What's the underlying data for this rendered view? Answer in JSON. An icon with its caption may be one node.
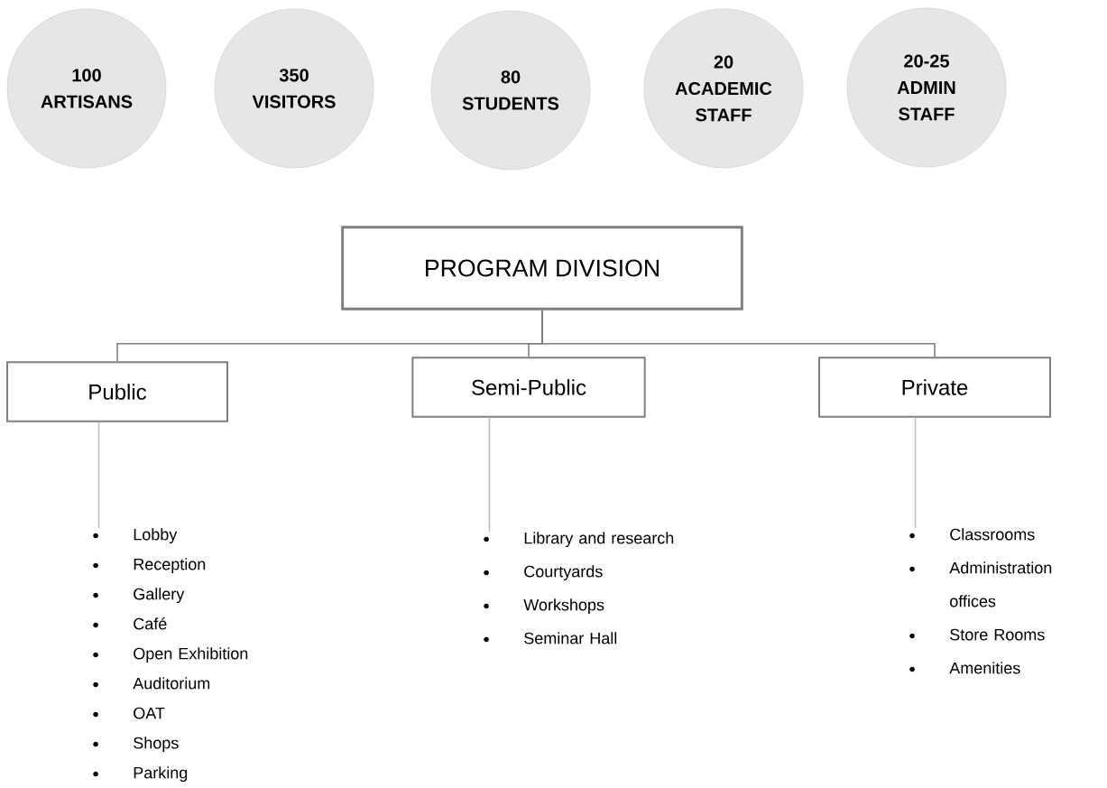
{
  "diagram": {
    "nodes": [
      {
        "text": [
          "100 ARTISANS"
        ]
      },
      {
        "text": [
          "350 VISITORS"
        ]
      },
      {
        "text": [
          "80 STUDENTS"
        ]
      },
      {
        "text": [
          "20 ACADEMIC STAFF"
        ]
      },
      {
        "text": [
          "20-25 ADMIN STAFF"
        ]
      },
      {
        "text": [
          "PROGRAM DIVISION"
        ]
      },
      {
        "text": [
          "Public"
        ]
      },
      {
        "text": [
          "Semi-Public"
        ]
      },
      {
        "text": [
          "Private"
        ]
      },
      {
        "text": [
          "Lobby",
          "Reception",
          "Gallery",
          "Café",
          "Open Exhibition",
          "Auditorium",
          "OAT",
          "Shops",
          "Parking"
        ]
      },
      {
        "text": [
          "Library and research",
          "Courtyards",
          "Workshops",
          "Seminar Hall"
        ]
      },
      {
        "text": [
          "Classrooms",
          "Administration offices",
          "Store Rooms",
          "Amenities"
        ]
      }
    ],
    "edges": [
      {
        "from": 5,
        "to": 6,
        "arrow": "none"
      },
      {
        "from": 5,
        "to": 7,
        "arrow": "none"
      },
      {
        "from": 5,
        "to": 8,
        "arrow": "none"
      },
      {
        "from": 6,
        "to": 9,
        "arrow": "none",
        "color": "#bfbfbf"
      },
      {
        "from": 7,
        "to": 10,
        "arrow": "none",
        "color": "#bfbfbf"
      },
      {
        "from": 8,
        "to": 11,
        "arrow": "none",
        "color": "#bfbfbf"
      }
    ]
  }
}
